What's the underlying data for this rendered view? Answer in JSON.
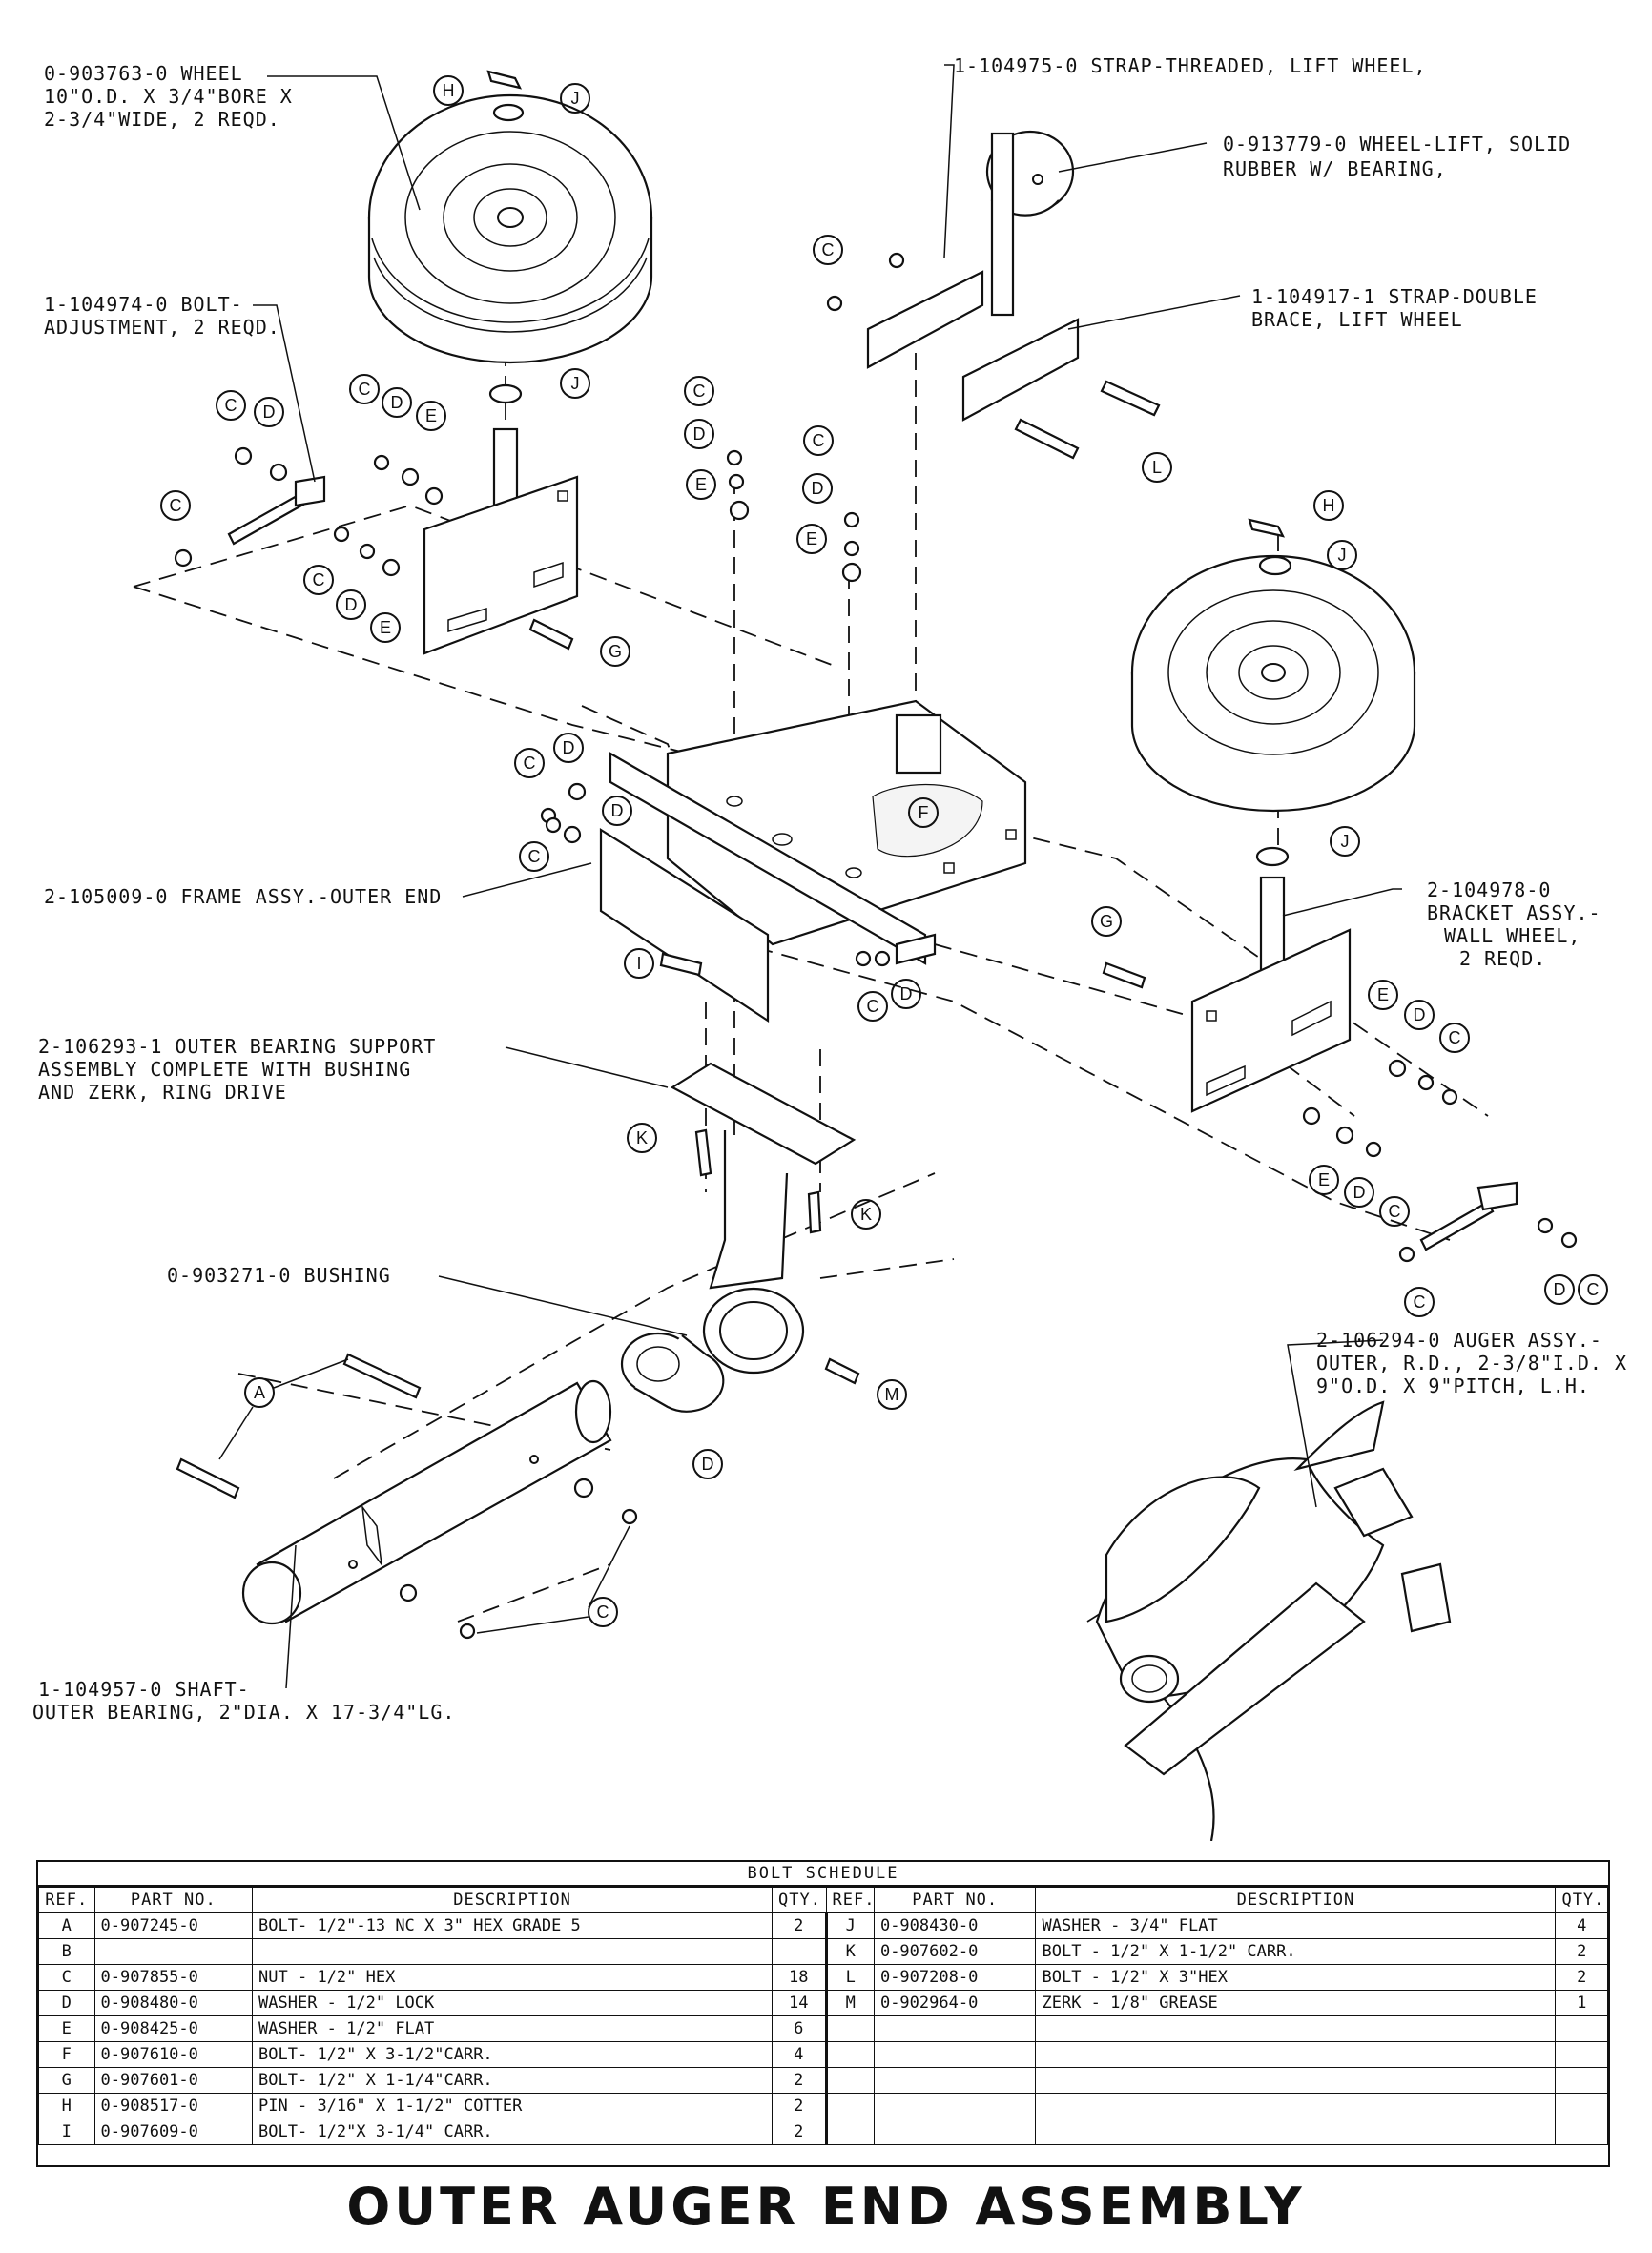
{
  "labels": {
    "wheel": [
      "0-903763-0 WHEEL",
      "10\"O.D. X 3/4\"BORE X",
      "2-3/4\"WIDE, 2 REQD."
    ],
    "strap_threaded": [
      "1-104975-0 STRAP-THREADED, LIFT WHEEL,"
    ],
    "wheel_lift": [
      "0-913779-0 WHEEL-LIFT, SOLID",
      "RUBBER W/ BEARING,"
    ],
    "strap_double": [
      "1-104917-1 STRAP-DOUBLE",
      "BRACE, LIFT WHEEL"
    ],
    "bolt_adjustment": [
      "1-104974-0 BOLT-",
      "ADJUSTMENT, 2 REQD."
    ],
    "frame": [
      "2-105009-0 FRAME ASSY.-OUTER END"
    ],
    "bracket": [
      "2-104978-0",
      "BRACKET ASSY.-",
      "WALL WHEEL,",
      "2 REQD."
    ],
    "bearing_support": [
      "2-106293-1 OUTER BEARING SUPPORT",
      "ASSEMBLY COMPLETE WITH BUSHING",
      "AND ZERK, RING DRIVE"
    ],
    "bushing": [
      "0-903271-0 BUSHING"
    ],
    "auger": [
      "2-106294-0 AUGER ASSY.-",
      "OUTER, R.D., 2-3/8\"I.D. X",
      "9\"O.D. X 9\"PITCH, L.H."
    ],
    "shaft": [
      "1-104957-0 SHAFT-",
      "OUTER BEARING, 2\"DIA. X 17-3/4\"LG."
    ]
  },
  "callouts": {
    "A": "A",
    "C": "C",
    "D": "D",
    "E": "E",
    "F": "F",
    "G": "G",
    "H": "H",
    "I": "I",
    "J": "J",
    "K": "K",
    "L": "L",
    "M": "M"
  },
  "schedule": {
    "title": "BOLT SCHEDULE",
    "headers": [
      "REF.",
      "PART NO.",
      "DESCRIPTION",
      "QTY."
    ],
    "left_rows": [
      {
        "ref": "A",
        "part": "0-907245-0",
        "desc": "BOLT- 1/2\"-13 NC  X 3\" HEX GRADE 5",
        "qty": "2"
      },
      {
        "ref": "B",
        "part": "",
        "desc": "",
        "qty": ""
      },
      {
        "ref": "C",
        "part": "0-907855-0",
        "desc": "NUT - 1/2\" HEX",
        "qty": "18"
      },
      {
        "ref": "D",
        "part": "0-908480-0",
        "desc": "WASHER - 1/2\" LOCK",
        "qty": "14"
      },
      {
        "ref": "E",
        "part": "0-908425-0",
        "desc": "WASHER - 1/2\" FLAT",
        "qty": "6"
      },
      {
        "ref": "F",
        "part": "0-907610-0",
        "desc": "BOLT- 1/2\" X 3-1/2\"CARR.",
        "qty": "4"
      },
      {
        "ref": "G",
        "part": "0-907601-0",
        "desc": "BOLT- 1/2\" X 1-1/4\"CARR.",
        "qty": "2"
      },
      {
        "ref": "H",
        "part": "0-908517-0",
        "desc": "PIN - 3/16\" X 1-1/2\" COTTER",
        "qty": "2"
      },
      {
        "ref": "I",
        "part": "0-907609-0",
        "desc": "BOLT- 1/2\"X 3-1/4\" CARR.",
        "qty": "2"
      }
    ],
    "right_rows": [
      {
        "ref": "J",
        "part": "0-908430-0",
        "desc": "WASHER - 3/4\" FLAT",
        "qty": "4"
      },
      {
        "ref": "K",
        "part": "0-907602-0",
        "desc": "BOLT - 1/2\" X 1-1/2\" CARR.",
        "qty": "2"
      },
      {
        "ref": "L",
        "part": "0-907208-0",
        "desc": "BOLT - 1/2\" X 3\"HEX",
        "qty": "2"
      },
      {
        "ref": "M",
        "part": "0-902964-0",
        "desc": "ZERK - 1/8\" GREASE",
        "qty": "1"
      },
      {
        "ref": "",
        "part": "",
        "desc": "",
        "qty": ""
      },
      {
        "ref": "",
        "part": "",
        "desc": "",
        "qty": ""
      },
      {
        "ref": "",
        "part": "",
        "desc": "",
        "qty": ""
      },
      {
        "ref": "",
        "part": "",
        "desc": "",
        "qty": ""
      },
      {
        "ref": "",
        "part": "",
        "desc": "",
        "qty": ""
      }
    ]
  },
  "title": "OUTER AUGER END ASSEMBLY"
}
